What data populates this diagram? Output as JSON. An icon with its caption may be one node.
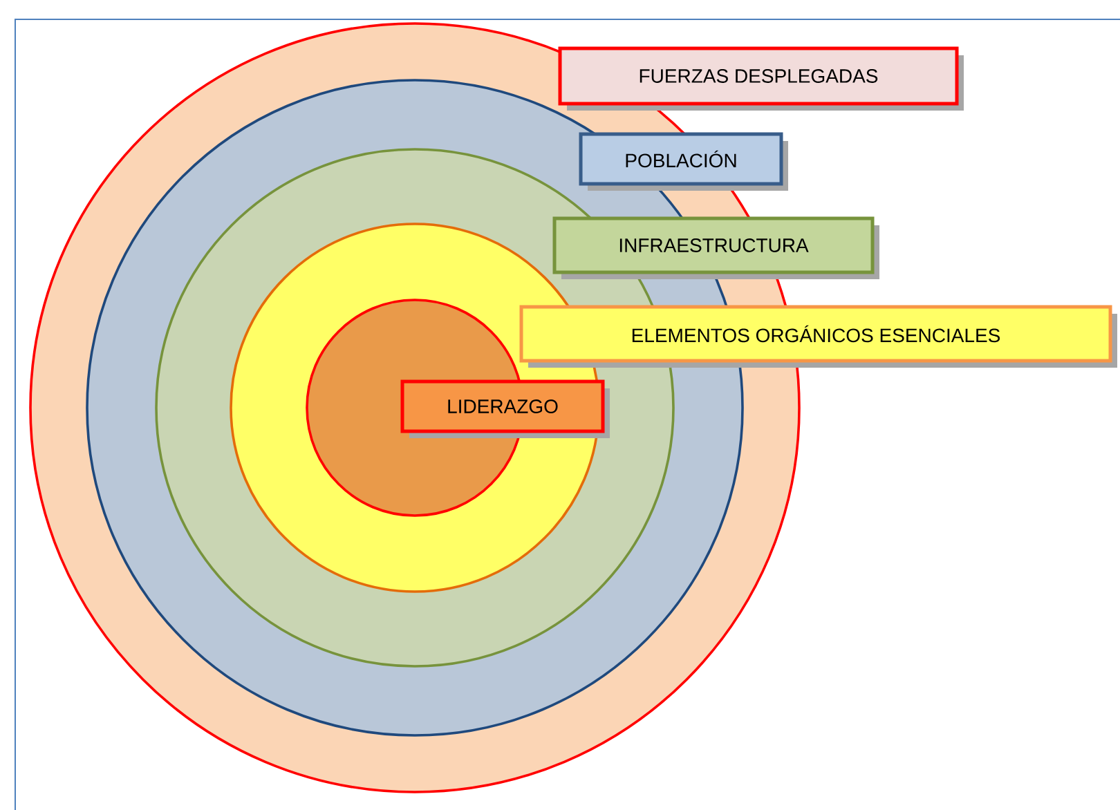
{
  "diagram": {
    "nodes": [
      {
        "text": [
          "FUERZAS DESPLEGADAS"
        ]
      },
      {
        "text": [
          "POBLACIÓN"
        ]
      },
      {
        "text": [
          "INFRAESTRUCTURA"
        ]
      },
      {
        "text": [
          "ELEMENTOS ORGÁNICOS ESENCIALES"
        ]
      },
      {
        "text": [
          "LIDERAZGO"
        ]
      }
    ]
  }
}
